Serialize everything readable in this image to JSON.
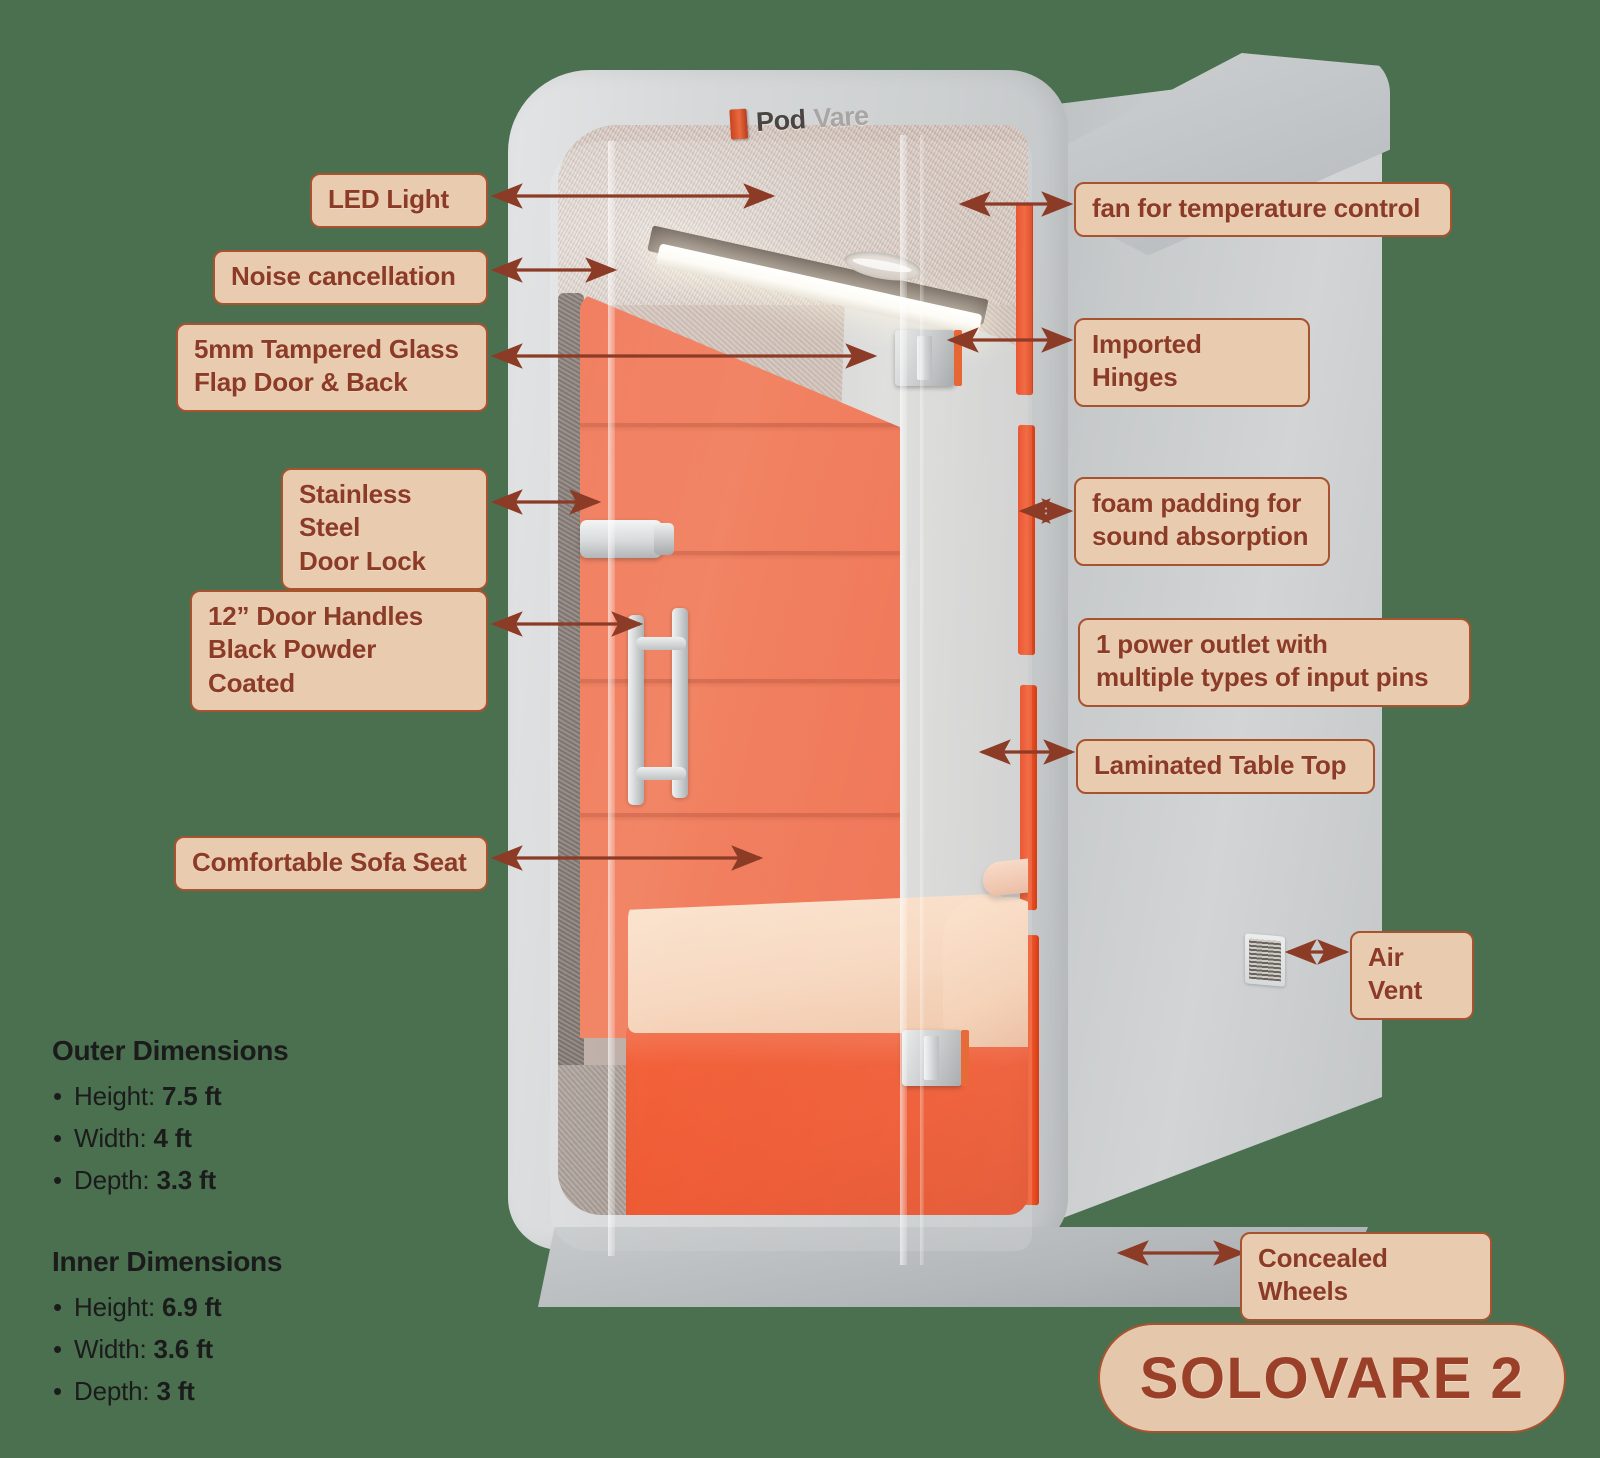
{
  "background_color": "#4a7050",
  "theme": {
    "label_bg": "#e9cbb0",
    "label_border": "#a8532f",
    "label_text": "#8c3b26",
    "arrow_color": "#8c3b26",
    "pod_accent_orange": "#ef6745",
    "seat_orange": "#ed4f26"
  },
  "product": {
    "name": "SOLOVARE 2",
    "brand_mark": "pod-bar-icon",
    "brand_first": "Pod",
    "brand_second": "Vare"
  },
  "callouts": {
    "left": [
      {
        "id": "led-light",
        "text": "LED Light"
      },
      {
        "id": "noise-cancellation",
        "text": "Noise cancellation"
      },
      {
        "id": "tampered-glass",
        "text": "5mm Tampered Glass\nFlap Door & Back"
      },
      {
        "id": "door-lock",
        "text": "Stainless Steel\nDoor Lock"
      },
      {
        "id": "door-handles",
        "text": "12” Door Handles\nBlack Powder Coated"
      },
      {
        "id": "sofa-seat",
        "text": "Comfortable Sofa Seat"
      }
    ],
    "right": [
      {
        "id": "fan",
        "text": "fan for temperature control"
      },
      {
        "id": "hinges",
        "text": "Imported Hinges"
      },
      {
        "id": "foam-padding",
        "text": "foam padding for\nsound absorption"
      },
      {
        "id": "power-outlet",
        "text": "1 power outlet with\nmultiple types of  input pins"
      },
      {
        "id": "table-top",
        "text": "Laminated Table Top"
      },
      {
        "id": "air-vent",
        "text": "Air Vent"
      },
      {
        "id": "concealed-wheels",
        "text": "Concealed Wheels"
      }
    ]
  },
  "dimensions": {
    "outer": {
      "title": "Outer Dimensions",
      "items": [
        {
          "label": "Height:",
          "value": "7.5 ft"
        },
        {
          "label": "Width:",
          "value": "4 ft"
        },
        {
          "label": "Depth:",
          "value": "3.3 ft"
        }
      ]
    },
    "inner": {
      "title": "Inner Dimensions",
      "items": [
        {
          "label": "Height:",
          "value": "6.9 ft"
        },
        {
          "label": "Width:",
          "value": "3.6 ft"
        },
        {
          "label": "Depth:",
          "value": "3 ft"
        }
      ]
    }
  }
}
